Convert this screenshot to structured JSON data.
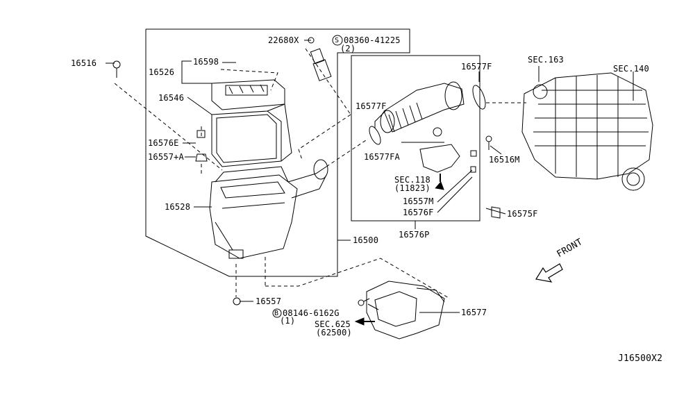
{
  "diagram": {
    "code": "J16500X2",
    "front_label": "FRONT",
    "parts": {
      "p16516": "16516",
      "p16598": "16598",
      "p16526": "16526",
      "p16546": "16546",
      "p16576e": "16576E",
      "p16557a": "16557+A",
      "p16528": "16528",
      "p16500": "16500",
      "p16557": "16557",
      "p22680x": "22680X",
      "bolt08360": "08360-41225",
      "bolt08360_qty": "(2)",
      "p16577f_left": "16577F",
      "p16577f_right": "16577F",
      "p16577fa": "16577FA",
      "sec118": "SEC.118",
      "sec118_ref": "(11823)",
      "p16557m": "16557M",
      "p16576f": "16576F",
      "p16576p": "16576P",
      "sec163": "SEC.163",
      "sec140": "SEC.140",
      "p16516m": "16516M",
      "p16575f": "16575F",
      "bolt08146": "08146-6162G",
      "bolt08146_qty": "(1)",
      "sec625": "SEC.625",
      "sec625_ref": "(62500)",
      "p16577": "16577"
    },
    "markers": {
      "s_marker": "S",
      "b_marker": "B"
    }
  }
}
